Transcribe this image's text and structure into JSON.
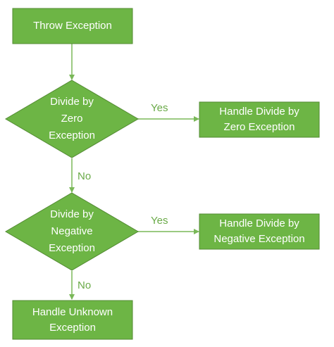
{
  "colors": {
    "fill": "#6db545",
    "stroke": "#538b33",
    "connector": "#7ab858",
    "edge_label": "#6aaa48",
    "text": "#ffffff"
  },
  "nodes": {
    "throw": "Throw Exception",
    "zero_check": "Divide by\nZero\nException",
    "zero_handle": "Handle Divide by\nZero Exception",
    "neg_check": "Divide by\nNegative\nException",
    "neg_handle": "Handle Divide by\nNegative Exception",
    "unknown_handle": "Handle Unknown\nException"
  },
  "edges": {
    "zero_yes": "Yes",
    "zero_no": "No",
    "neg_yes": "Yes",
    "neg_no": "No"
  }
}
